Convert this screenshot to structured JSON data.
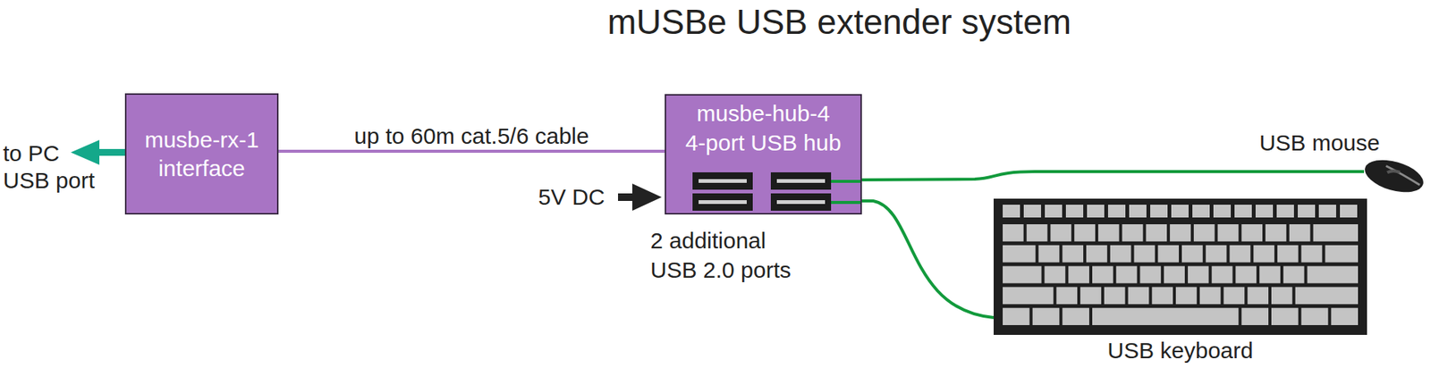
{
  "diagram": {
    "title": "mUSBe USB extender system",
    "nodes": [
      {
        "text": [
          "musbe-rx-1 interface"
        ]
      },
      {
        "text": [
          "musbe-hub-4",
          "4-port USB hub"
        ]
      },
      {
        "text": [
          "USB mouse"
        ]
      },
      {
        "text": [
          "USB keyboard"
        ]
      }
    ],
    "edges": [
      {
        "from": 0,
        "to": 1,
        "arrow": "none",
        "label": "up to 60m cat.5/6 cable"
      },
      {
        "from": 1,
        "to": 2,
        "arrow": "none"
      },
      {
        "from": 1,
        "to": 3,
        "arrow": "none"
      }
    ],
    "labels": [
      "to PC USB port",
      "5V DC",
      "2 additional USB 2.0 ports"
    ]
  }
}
